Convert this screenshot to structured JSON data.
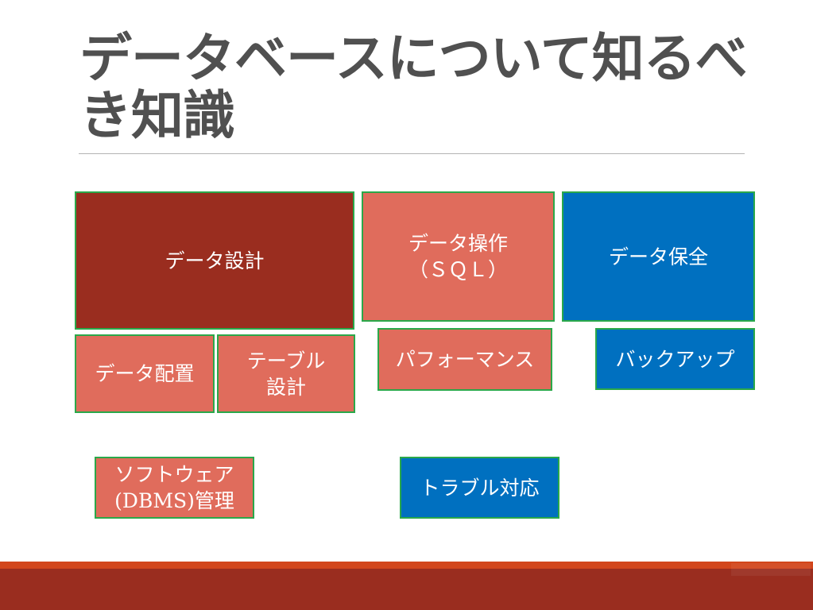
{
  "slide": {
    "title": "データベースについて知るべき知識"
  },
  "boxes": {
    "data_design": "データ設計",
    "data_operation": "データ操作\n（ＳＱＬ）",
    "data_protection": "データ保全",
    "data_placement": "データ配置",
    "table_design": "テーブル\n設計",
    "performance": "パフォーマンス",
    "backup": "バックアップ",
    "software_management": "ソフトウェア\n(DBMS)管理",
    "trouble_response": "トラブル対応"
  },
  "colors": {
    "dark_red": "#9a2d1f",
    "coral": "#e06c5c",
    "blue": "#0070c0",
    "border_green": "#2aa84a",
    "title_gray": "#505050",
    "footer_stripe": "#d2461c"
  }
}
